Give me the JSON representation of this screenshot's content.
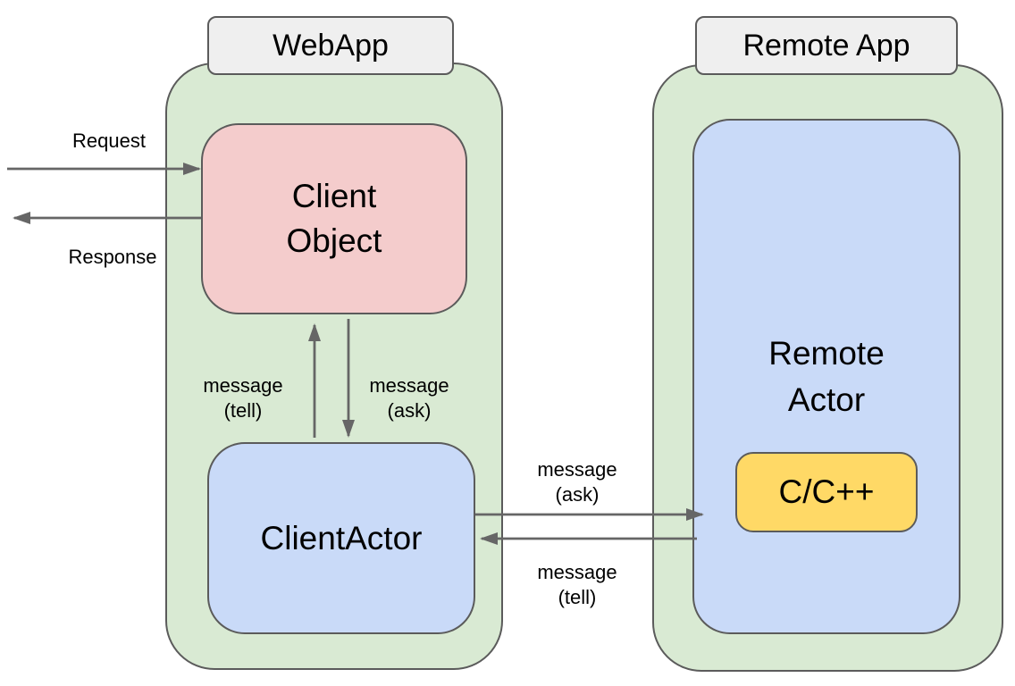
{
  "webapp": {
    "title": "WebApp",
    "client_object_label": "Client\nObject",
    "client_actor_label": "ClientActor"
  },
  "remote_app": {
    "title": "Remote App",
    "remote_actor_label": "Remote\nActor",
    "c_cpp_label": "C/C++"
  },
  "arrows": {
    "request_label": "Request",
    "response_label": "Response",
    "tell_vertical_label": "message\n(tell)",
    "ask_vertical_label": "message\n(ask)",
    "ask_horizontal_label": "message\n(ask)",
    "tell_horizontal_label": "message\n(tell)"
  },
  "colors": {
    "container_fill": "#d9ead3",
    "client_object_fill": "#f4cccc",
    "actor_fill": "#c9daf8",
    "c_cpp_fill": "#ffd966",
    "tab_fill": "#efefef",
    "stroke": "#5b5b5b",
    "arrow": "#666666",
    "text": "#000000"
  }
}
